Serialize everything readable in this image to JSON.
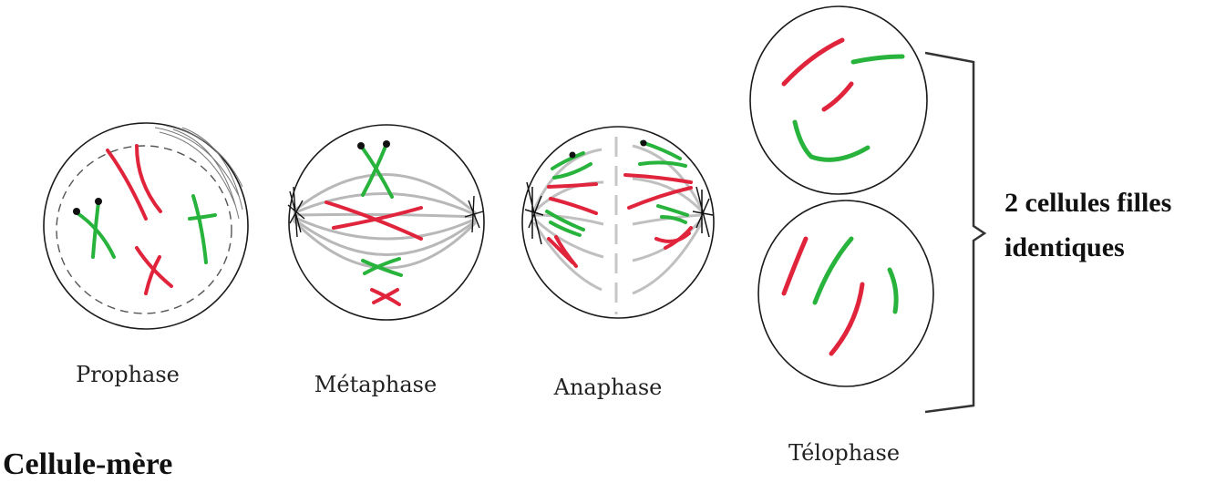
{
  "labels": {
    "prophase": "Prophase",
    "metaphase": "Métaphase",
    "anaphase": "Anaphase",
    "telophase": "Télophase",
    "mother_cell": "Cellule-mère",
    "daughters_line1": "2 cellules filles",
    "daughters_line2": "identiques"
  },
  "colors": {
    "chromosome_red": "#e0243c",
    "chromosome_green": "#27b33c",
    "spindle_grey": "#b8b8b8",
    "outline": "#1a1a1a"
  }
}
